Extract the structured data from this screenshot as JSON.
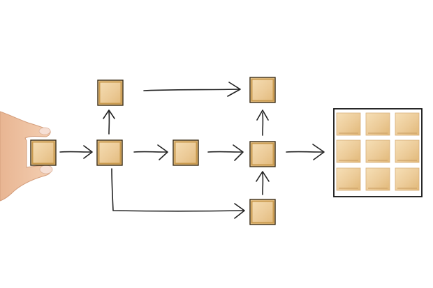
{
  "colors": {
    "background": "#ffffff",
    "wood_light": "#f3d9ad",
    "wood_mid": "#e9c48e",
    "wood_dark": "#c99a4e",
    "block_outline": "#2a2418",
    "ink": "#222222",
    "skin": "#f2c7a6",
    "nail": "#f6dfd4"
  },
  "icons": [
    "hand-holding-block",
    "arrow",
    "wood-block",
    "grid-frame"
  ],
  "grid": {
    "rows": 3,
    "cols": 3
  }
}
